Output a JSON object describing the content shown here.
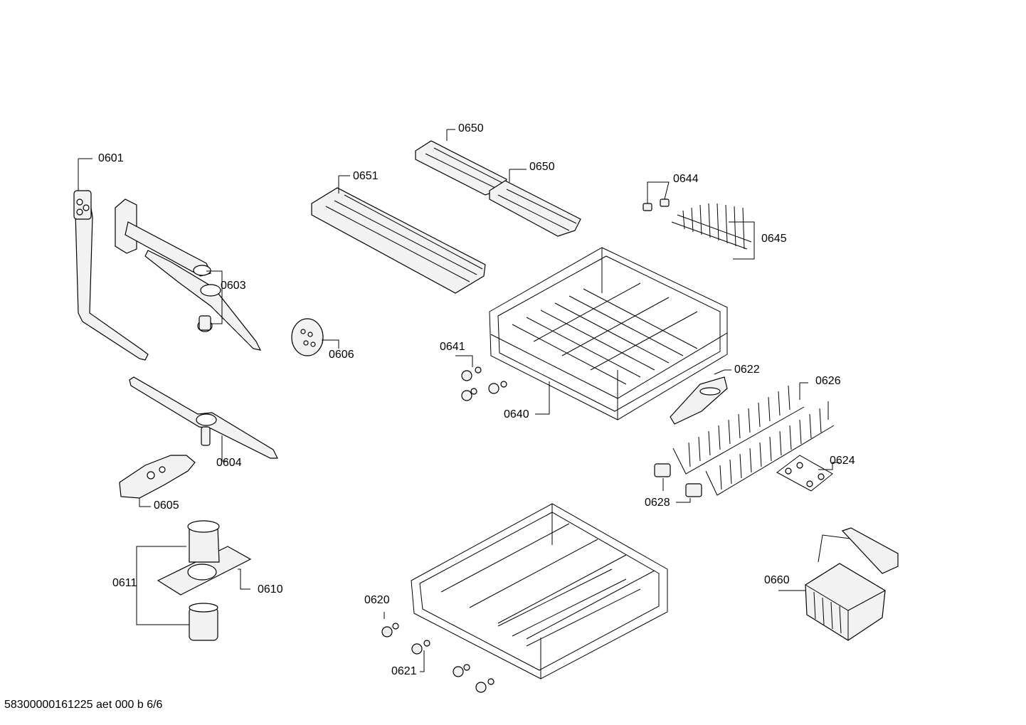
{
  "footer": "58300000161225 aet 000 b 6/6",
  "labels": {
    "p0601": "0601",
    "p0603": "0603",
    "p0604": "0604",
    "p0605": "0605",
    "p0606": "0606",
    "p0610": "0610",
    "p0611": "0611",
    "p0620": "0620",
    "p0621": "0621",
    "p0622": "0622",
    "p0624": "0624",
    "p0626": "0626",
    "p0628": "0628",
    "p0640": "0640",
    "p0641": "0641",
    "p0644": "0644",
    "p0645": "0645",
    "p0650a": "0650",
    "p0650b": "0650",
    "p0651": "0651",
    "p0660": "0660"
  }
}
